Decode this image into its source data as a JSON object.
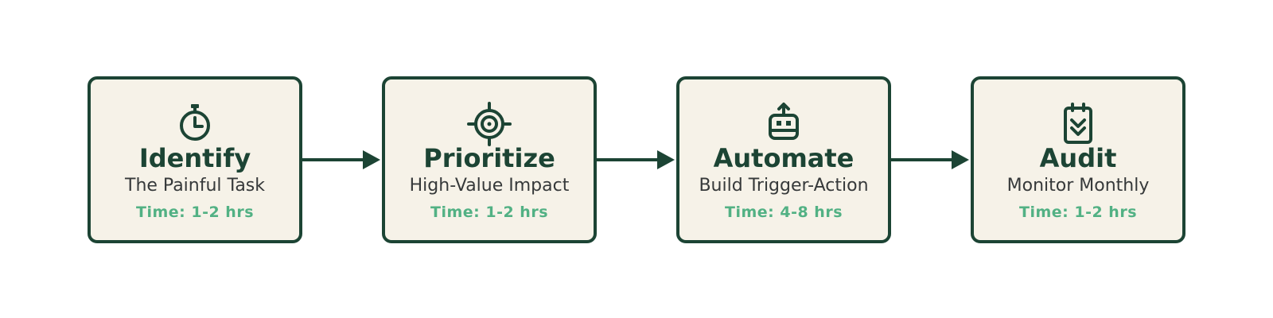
{
  "colors": {
    "stroke": "#1c4434",
    "box_fill": "#f6f2e8",
    "title": "#1c4434",
    "subtitle": "#36393a",
    "time": "#52b184"
  },
  "steps": [
    {
      "icon": "stopwatch-icon",
      "title": "Identify",
      "subtitle": "The Painful Task",
      "time": "Time: 1-2 hrs"
    },
    {
      "icon": "target-icon",
      "title": "Prioritize",
      "subtitle": "High-Value Impact",
      "time": "Time: 1-2 hrs"
    },
    {
      "icon": "robot-icon",
      "title": "Automate",
      "subtitle": "Build Trigger-Action",
      "time": "Time: 4-8 hrs"
    },
    {
      "icon": "checklist-clipboard-icon",
      "title": "Audit",
      "subtitle": "Monitor Monthly",
      "time": "Time: 1-2 hrs"
    }
  ]
}
